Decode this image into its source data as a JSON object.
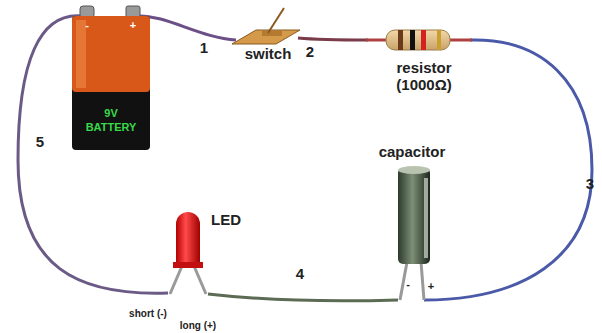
{
  "diagram": {
    "nodes": [
      {
        "text": [
          "9V BATTERY"
        ]
      }
    ],
    "labels": [
      "1",
      "switch",
      "2",
      "resistor (1000Ω)",
      "3",
      "capacitor",
      "4",
      "LED",
      "5",
      "short (-)",
      "long (+)",
      "-",
      "+",
      "-",
      "+"
    ]
  }
}
